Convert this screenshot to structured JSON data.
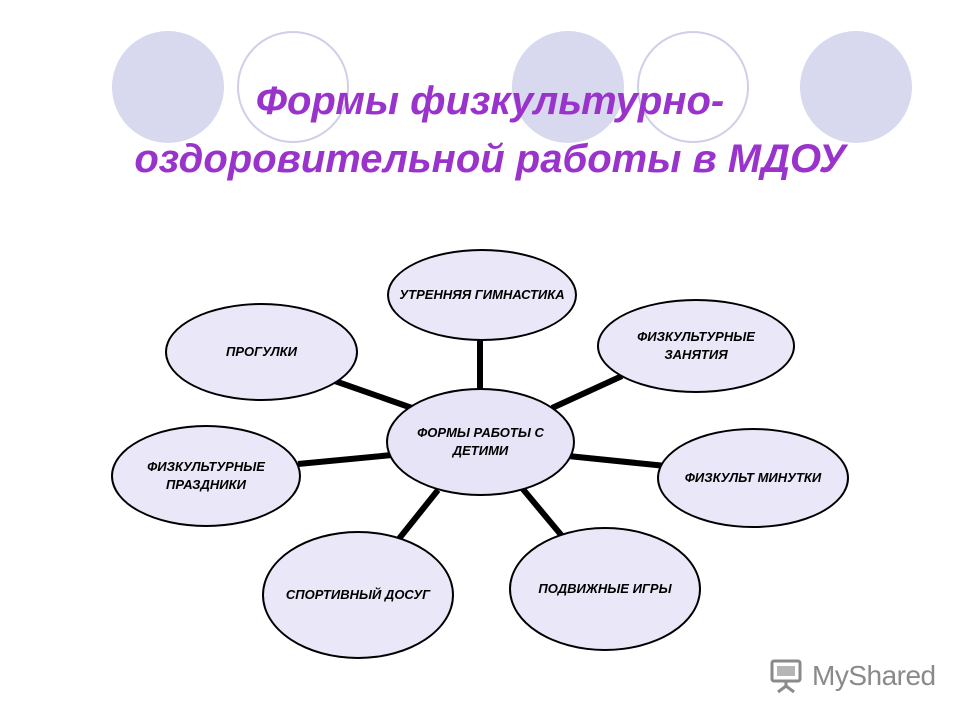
{
  "title": {
    "line1": "Формы физкультурно-",
    "line2": "оздоровительной работы в МДОУ"
  },
  "diagram": {
    "center": "ФОРМЫ РАБОТЫ С ДЕТИМИ",
    "nodes": [
      "УТРЕННЯЯ ГИМНАСТИКА",
      "ФИЗКУЛЬТУРНЫЕ ЗАНЯТИЯ",
      "ФИЗКУЛЬТ МИНУТКИ",
      "ПОДВИЖНЫЕ ИГРЫ",
      "СПОРТИВНЫЙ ДОСУГ",
      "ФИЗКУЛЬТУРНЫЕ ПРАЗДНИКИ",
      "ПРОГУЛКИ"
    ]
  },
  "watermark": {
    "text": "MyShared"
  },
  "colors": {
    "title": "#9933cc",
    "node_fill": "#eae8f8",
    "decor_circle": "#d8d8ee",
    "connector": "#000000"
  }
}
